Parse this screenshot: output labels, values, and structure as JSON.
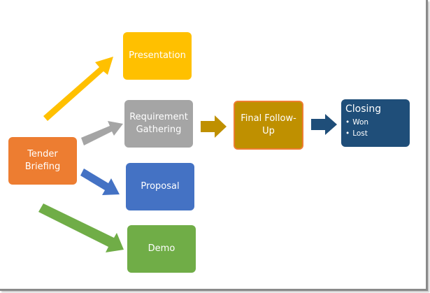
{
  "diagram": {
    "nodes": {
      "tender_briefing": {
        "label": "Tender Briefing",
        "color": "#ED7D31"
      },
      "presentation": {
        "label": "Presentation",
        "color": "#FFC000"
      },
      "requirement_gathering": {
        "label": "Requirement Gathering",
        "color": "#A5A5A5"
      },
      "proposal": {
        "label": "Proposal",
        "color": "#4472C4"
      },
      "demo": {
        "label": "Demo",
        "color": "#70AD47"
      },
      "final_follow_up": {
        "label": "Final Follow-Up",
        "color": "#BF9000",
        "border": "#ED7D31"
      },
      "closing": {
        "label": "Closing",
        "color": "#1F4E79",
        "items": [
          "Won",
          "Lost"
        ]
      }
    },
    "edges": [
      {
        "from": "tender_briefing",
        "to": "presentation",
        "color": "#FFC000"
      },
      {
        "from": "tender_briefing",
        "to": "requirement_gathering",
        "color": "#A5A5A5"
      },
      {
        "from": "tender_briefing",
        "to": "proposal",
        "color": "#4472C4"
      },
      {
        "from": "tender_briefing",
        "to": "demo",
        "color": "#70AD47"
      },
      {
        "from": "requirement_gathering",
        "to": "final_follow_up",
        "color": "#BF9000"
      },
      {
        "from": "final_follow_up",
        "to": "closing",
        "color": "#1F4E79"
      }
    ]
  }
}
